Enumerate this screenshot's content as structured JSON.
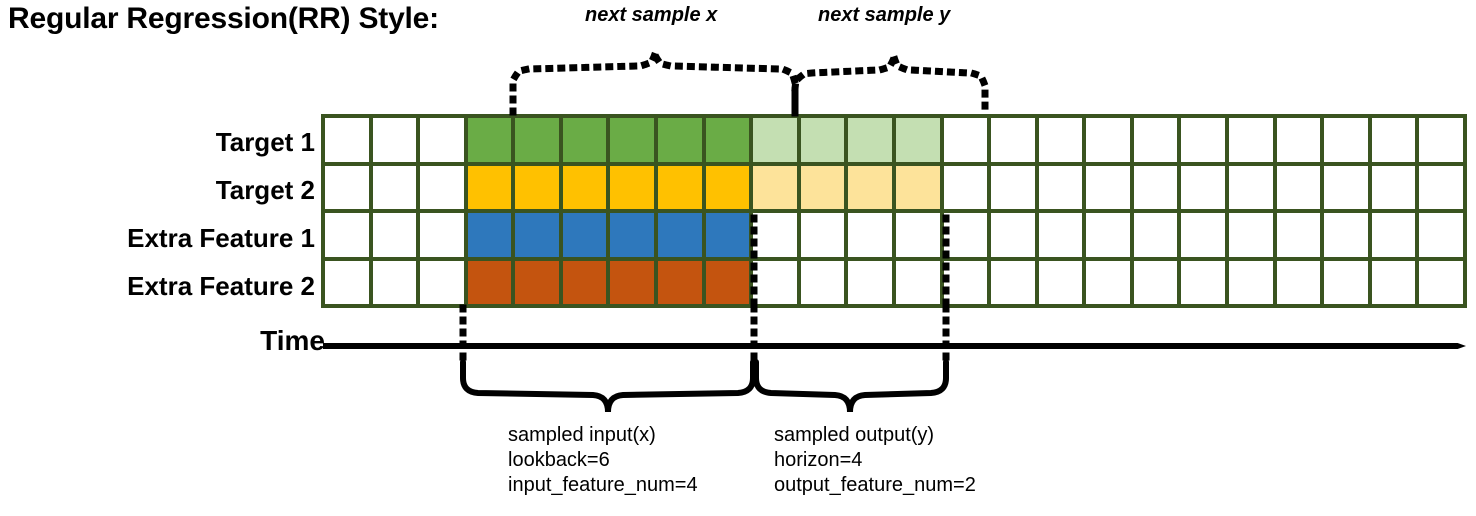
{
  "title": "Regular Regression(RR) Style:",
  "annotations": {
    "top_left": "next sample x",
    "top_right": "next sample y"
  },
  "axis": {
    "time_label": "Time"
  },
  "grid": {
    "columns": 24,
    "rows": [
      {
        "label": "Target 1",
        "solid_color": "#6aac46",
        "light_color": "#c4dfb2"
      },
      {
        "label": "Target 2",
        "solid_color": "#ffc100",
        "light_color": "#fde39a"
      },
      {
        "label": "Extra Feature 1",
        "solid_color": "#2e78bc",
        "light_color": null
      },
      {
        "label": "Extra Feature 2",
        "solid_color": "#c4540f",
        "light_color": null
      }
    ],
    "lead_blank_columns": 3,
    "solid_span_columns": 6,
    "light_span_columns": 4,
    "border_color": "#3a5420",
    "empty_color": "#ffffff"
  },
  "captions": {
    "input": {
      "line1": "sampled input(x)",
      "line2": "lookback=6",
      "line3": "input_feature_num=4"
    },
    "output": {
      "line1": "sampled output(y)",
      "line2": "horizon=4",
      "line3": "output_feature_num=2"
    }
  }
}
